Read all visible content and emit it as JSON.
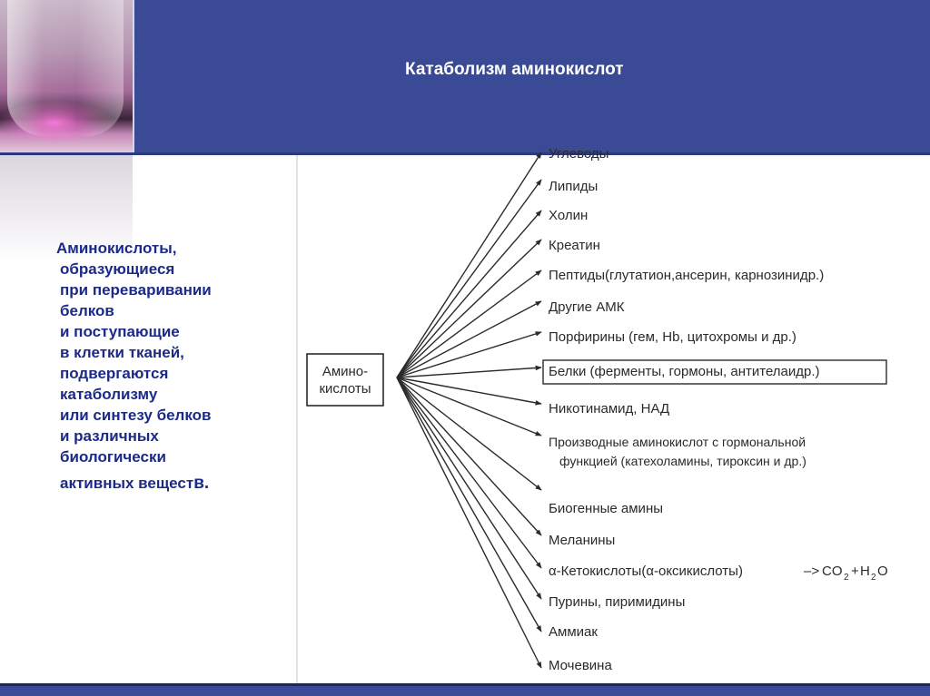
{
  "slide": {
    "title": "Катаболизм аминокислот",
    "description_lines": [
      "Аминокислоты,",
      "образующиеся",
      "при переваривании",
      "белков",
      "и поступающие",
      "в клетки тканей,",
      "подвергаются",
      "катаболизму",
      "или синтезу белков",
      "и различных",
      "биологически"
    ],
    "description_last_main": "активных вещест",
    "description_last_tail": "в."
  },
  "diagram": {
    "source": {
      "line1": "Амино-",
      "line2": "кислоты"
    },
    "boxed_index": 7,
    "targets": [
      {
        "text": "Углеводы"
      },
      {
        "text": "Липиды"
      },
      {
        "text": "Холин"
      },
      {
        "text": "Креатин"
      },
      {
        "text": "Пептиды(глутатион,ансерин, карнозинидр.)"
      },
      {
        "text": "Другие  АМК"
      },
      {
        "text": "Порфирины (гем, Hb, цитохромы и др.)"
      },
      {
        "text": "Белки (ферменты, гормоны, антителаидр.)"
      },
      {
        "text": "Никотинамид,     НАД"
      },
      {
        "text": "Производные аминокислот с гормональной",
        "text2": "функцией (катехоламины, тироксин и др.)"
      },
      {
        "text": "Биогенные   амины"
      },
      {
        "text": "Меланины"
      },
      {
        "text": "α-Кетокислоты(α-оксикислоты)",
        "arrow": "–>",
        "formula": {
          "co": "CO",
          "sub1": "2",
          "plus": "+",
          "h": "H",
          "sub2": "2",
          "o": "O"
        }
      },
      {
        "text": "Пурины, пиримидины"
      },
      {
        "text": "Аммиак"
      },
      {
        "text": "Мочевина"
      }
    ]
  },
  "colors": {
    "header": "#3a4a94",
    "accent_text": "#1b2a88",
    "diagram_ink": "#2a2a2a"
  }
}
